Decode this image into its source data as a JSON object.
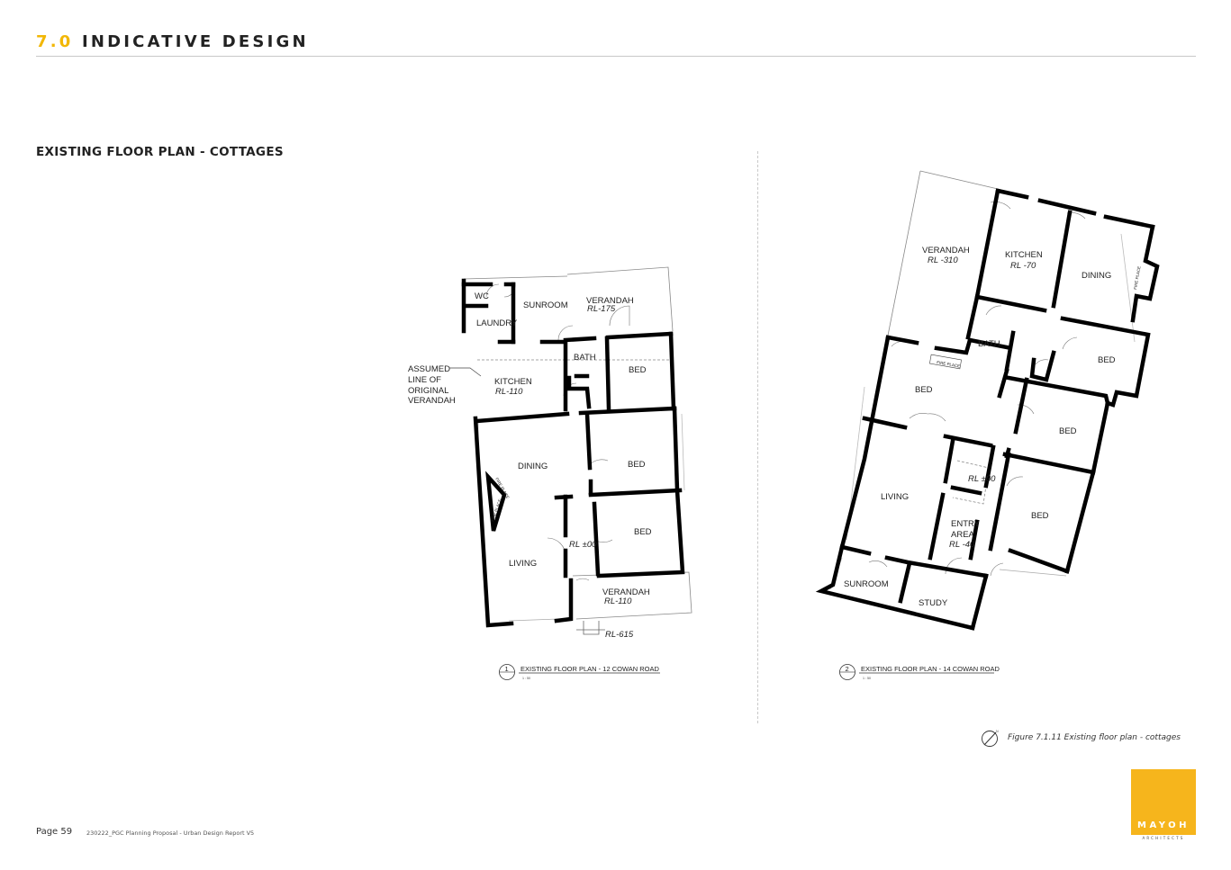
{
  "header": {
    "number": "7.0",
    "title": "INDICATIVE DESIGN"
  },
  "subtitle": "EXISTING FLOOR PLAN - COTTAGES",
  "plan1": {
    "rooms": {
      "wc": "WC",
      "laundry": "LAUNDRY",
      "sunroom": "SUNROOM",
      "verandah_top": "VERANDAH",
      "verandah_top_rl": "RL-175",
      "kitchen": "KITCHEN",
      "kitchen_rl": "RL-110",
      "bath": "BATH",
      "bed1": "BED",
      "bed2": "BED",
      "bed3": "BED",
      "dining": "DINING",
      "living": "LIVING",
      "center_rl": "RL ±00",
      "verandah_bottom": "VERANDAH",
      "verandah_bottom_rl": "RL-110",
      "ground_rl": "RL-615"
    },
    "note": [
      "ASSUMED",
      "LINE OF",
      "ORIGINAL",
      "VERANDAH"
    ],
    "fireplace": "FIRE PLACE",
    "caption_num": "1",
    "caption": "EXISTING FLOOR PLAN - 12 COWAN ROAD",
    "scale": "1 : 50"
  },
  "plan2": {
    "rooms": {
      "verandah": "VERANDAH",
      "verandah_rl": "RL -310",
      "kitchen": "KITCHEN",
      "kitchen_rl": "RL -70",
      "dining": "DINING",
      "bath": "BATH",
      "bed1": "BED",
      "bed2": "BED",
      "bed3": "BED",
      "bed4": "BED",
      "living": "LIVING",
      "center_rl": "RL ±00",
      "entry1": "ENTRY",
      "entry2": "AREA",
      "entry_rl": "RL -40",
      "sunroom": "SUNROOM",
      "study": "STUDY"
    },
    "fireplace": "FIRE PLACE",
    "caption_num": "2",
    "caption": "EXISTING FLOOR PLAN - 14 COWAN ROAD",
    "scale": "1 : 50"
  },
  "north_label": "N",
  "figure_caption": "Figure 7.1.11 Existing floor plan - cottages",
  "footer": {
    "page": "Page 59",
    "doc": "230222_PGC Planning Proposal - Urban Design Report V5"
  },
  "logo": {
    "name": "MAYOH",
    "sub": "ARCHITECTS",
    "color": "#f6b51c"
  },
  "colors": {
    "accent": "#f2b705"
  }
}
